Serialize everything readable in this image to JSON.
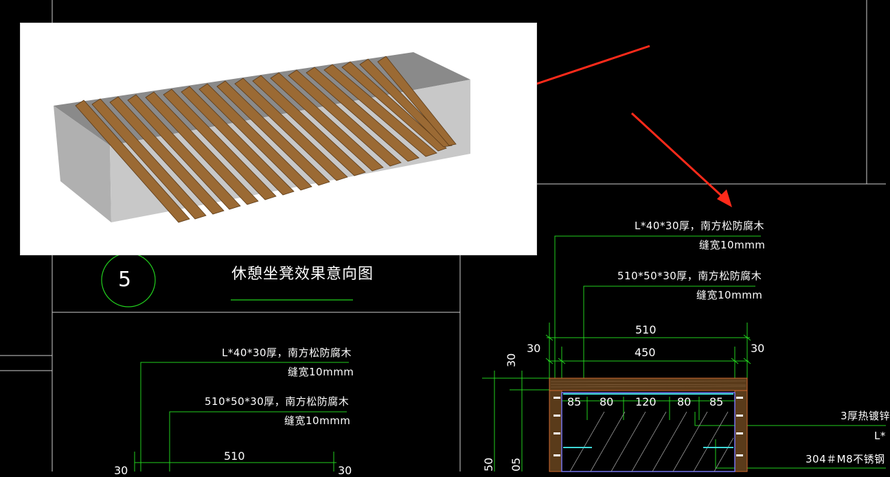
{
  "drawing": {
    "detail_number": "5",
    "detail_title": "休憩坐凳效果意向图",
    "leader_labels": {
      "top_board": "L*40*30厚，南方松防腐木",
      "top_gap": "缝宽10mmm",
      "side_board": "510*50*30厚，南方松防腐木",
      "side_gap": "缝宽10mmm"
    },
    "left_section": {
      "top_board": "L*40*30厚，南方松防腐木",
      "top_gap": "缝宽10mmm",
      "side_board": "510*50*30厚，南方松防腐木",
      "side_gap": "缝宽10mmm",
      "dim_510": "510",
      "dim_30_left": "30",
      "dim_30_right": "30"
    },
    "right_section": {
      "dim_510": "510",
      "dim_450": "450",
      "dim_30_left": "30",
      "dim_30_right": "30",
      "dim_30_vertical": "30",
      "dim_50_vertical": "50",
      "dim_05_vertical": "05",
      "spacing": [
        "85",
        "80",
        "120",
        "80",
        "85"
      ],
      "note_steel": "3厚热镀锌",
      "note_L": "L*",
      "note_bolt": "304＃M8不锈钢"
    }
  },
  "colors": {
    "background": "#000000",
    "leader_green": "#22d11e",
    "arrow_red": "#ff2a1a",
    "wood": "#8a5a2b",
    "concrete": "#a8a8a8",
    "line_white": "#d8d8d8",
    "steel_cyan": "#3fd9d9"
  }
}
